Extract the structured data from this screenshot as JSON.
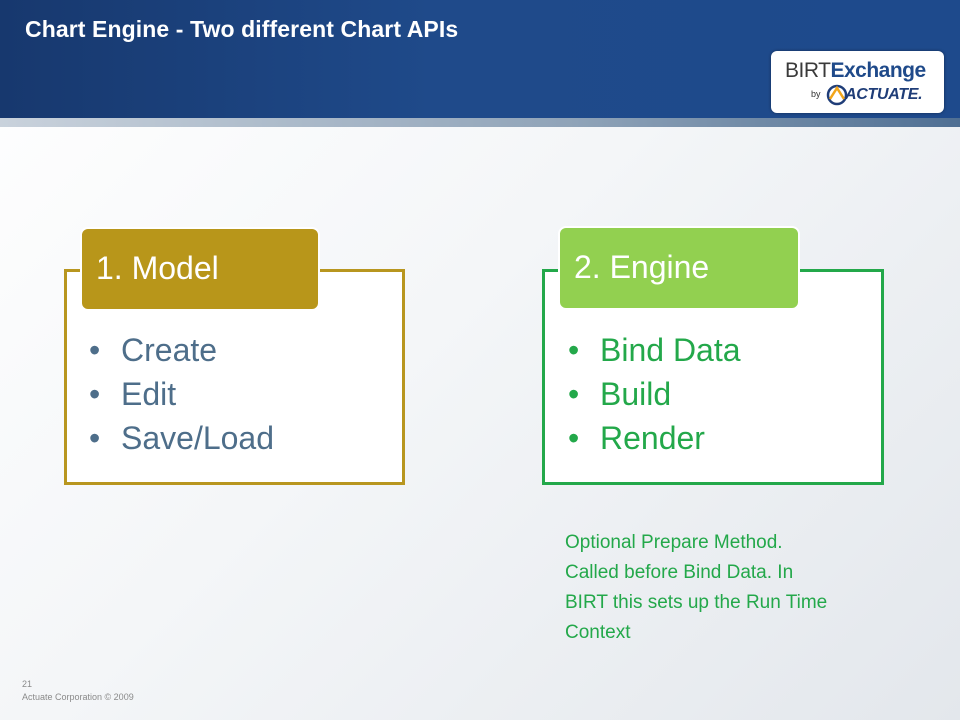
{
  "header": {
    "title": "Chart Engine - Two different Chart APIs",
    "colors": {
      "background": "#1f4a8a",
      "text": "#ffffff"
    }
  },
  "logo": {
    "birt": "BIRT",
    "exchange": "Exchange",
    "by": "by",
    "actuate": "ACTUATE."
  },
  "model": {
    "heading": "1. Model",
    "items": [
      "Create",
      "Edit",
      "Save/Load"
    ],
    "colors": {
      "accent": "#b8961a",
      "text": "#4e6e8a"
    }
  },
  "engine": {
    "heading": "2. Engine",
    "items": [
      "Bind Data",
      "Build",
      "Render"
    ],
    "colors": {
      "accent": "#92d050",
      "border": "#23a84a",
      "text": "#23a84a"
    }
  },
  "note": {
    "lines": [
      "Optional Prepare Method.",
      "Called before Bind Data.  In",
      "BIRT this sets up the Run Time",
      "Context"
    ]
  },
  "footer": {
    "slide_number": "21",
    "copyright": "Actuate Corporation © 2009"
  }
}
